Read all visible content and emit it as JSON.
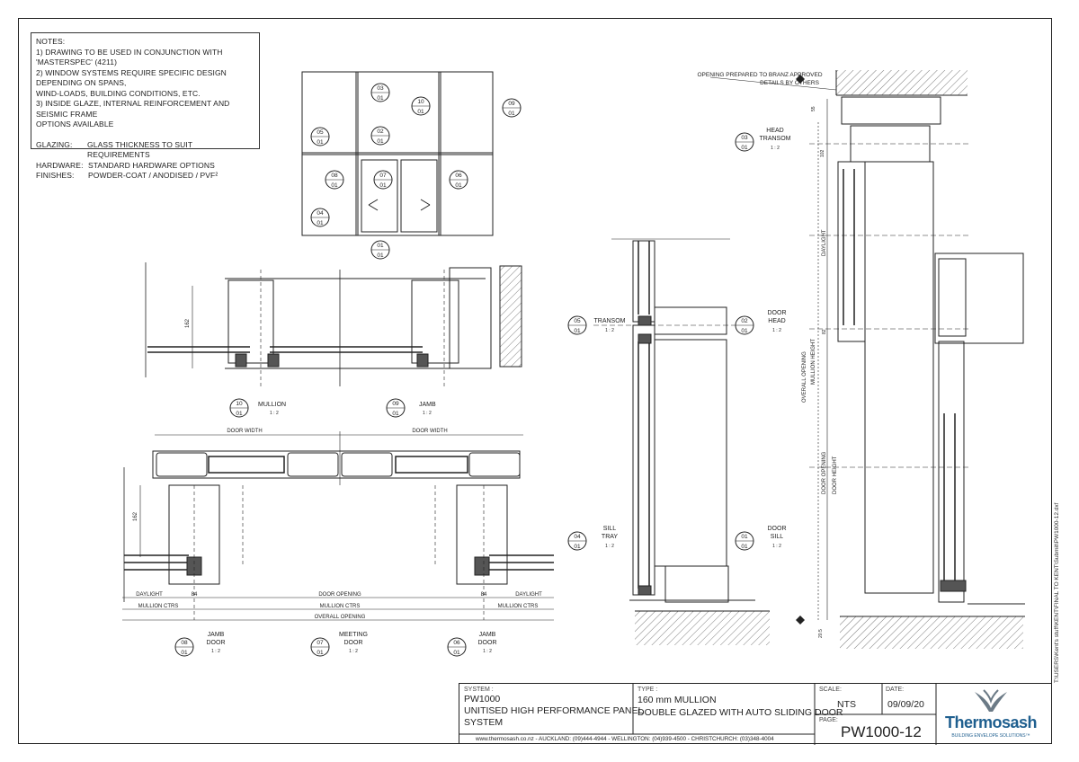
{
  "notes": {
    "heading": "NOTES:",
    "items": [
      "1) DRAWING TO BE USED IN CONJUNCTION WITH 'MASTERSPEC' (4211)",
      "2) WINDOW SYSTEMS REQUIRE SPECIFIC DESIGN DEPENDING ON SPANS,",
      "WIND-LOADS, BUILDING CONDITIONS, ETC.",
      "3) INSIDE GLAZE, INTERNAL REINFORCEMENT AND SEISMIC FRAME",
      "OPTIONS AVAILABLE"
    ],
    "specs": [
      {
        "key": "GLAZING:",
        "value": "GLASS THICKNESS TO SUIT REQUIREMENTS"
      },
      {
        "key": "HARDWARE:",
        "value": "STANDARD HARDWARE OPTIONS"
      },
      {
        "key": "FINISHES:",
        "value": "POWDER-COAT / ANODISED / PVF²"
      }
    ]
  },
  "elevation_callouts": [
    {
      "num": "03",
      "sheet": "01"
    },
    {
      "num": "10",
      "sheet": "01"
    },
    {
      "num": "09",
      "sheet": "01"
    },
    {
      "num": "05",
      "sheet": "01"
    },
    {
      "num": "02",
      "sheet": "01"
    },
    {
      "num": "08",
      "sheet": "01"
    },
    {
      "num": "07",
      "sheet": "01"
    },
    {
      "num": "06",
      "sheet": "01"
    },
    {
      "num": "04",
      "sheet": "01"
    },
    {
      "num": "01",
      "sheet": "01"
    }
  ],
  "details": {
    "mullion": {
      "num": "10",
      "sheet": "01",
      "title": "MULLION",
      "scale": "1 : 2",
      "dim": "162"
    },
    "jamb": {
      "num": "09",
      "sheet": "01",
      "title": "JAMB",
      "scale": "1 : 2"
    },
    "jamb_door_left": {
      "num": "08",
      "sheet": "01",
      "title1": "JAMB",
      "title2": "DOOR",
      "scale": "1 : 2"
    },
    "meeting_door": {
      "num": "07",
      "sheet": "01",
      "title1": "MEETING",
      "title2": "DOOR",
      "scale": "1 : 2"
    },
    "jamb_door_right": {
      "num": "06",
      "sheet": "01",
      "title1": "JAMB",
      "title2": "DOOR",
      "scale": "1 : 2"
    },
    "transom": {
      "num": "05",
      "sheet": "01",
      "title": "TRANSOM",
      "scale": "1 : 2"
    },
    "door_head": {
      "num": "02",
      "sheet": "01",
      "title1": "DOOR",
      "title2": "HEAD",
      "scale": "1 : 2"
    },
    "sill_tray": {
      "num": "04",
      "sheet": "01",
      "title1": "SILL",
      "title2": "TRAY",
      "scale": "1 : 2"
    },
    "door_sill": {
      "num": "01",
      "sheet": "01",
      "title1": "DOOR",
      "title2": "SILL",
      "scale": "1 : 2"
    },
    "head_transom": {
      "num": "03",
      "sheet": "01",
      "title1": "HEAD",
      "title2": "TRANSOM",
      "scale": "1 : 2"
    }
  },
  "plan_dims": {
    "door_width": "DOOR WIDTH",
    "daylight": "DAYLIGHT",
    "d84": "84",
    "door_opening": "DOOR OPENING",
    "mullion_ctrs": "MULLION CTRS",
    "overall_opening": "OVERALL OPENING",
    "d162": "162"
  },
  "section_dims": {
    "opening_note1": "OPENING PREPARED TO BRANZ APPROVED",
    "opening_note2": "DETAILS BY OTHERS",
    "d55": "55",
    "d102": "102",
    "daylight": "DAYLIGHT",
    "d82": "82",
    "overall_opening": "OVERALL OPENING",
    "mullion_height": "MULLION HEIGHT",
    "door_opening": "DOOR OPENING",
    "door_height": "DOOR HEIGHT",
    "d20": "20.5"
  },
  "title_block": {
    "system_label": "SYSTEM :",
    "system_code": "PW1000",
    "system_name1": "UNITISED HIGH PERFORMANCE PANEL",
    "system_name2": "SYSTEM",
    "type_label": "TYPE :",
    "type1": "160 mm MULLION",
    "type2": "DOUBLE GLAZED WITH AUTO SLIDING DOOR",
    "scale_label": "SCALE:",
    "scale": "NTS",
    "date_label": "DATE:",
    "date": "09/09/20",
    "page_label": "PAGE:",
    "page": "PW1000-12",
    "contacts": "www.thermosash.co.nz  -  AUCKLAND: (09)444-4944  -  WELLINGTON: (04)939-4500  -  CHRISTCHURCH: (03)348-4004"
  },
  "logo": {
    "name": "Thermosash",
    "tagline": "BUILDING ENVELOPE SOLUTIONS™"
  },
  "side_path": "T:\\USERS\\Kent's stuff\\KENT\\FINAL TO KENT\\Submit\\PW1000-12.dxf"
}
